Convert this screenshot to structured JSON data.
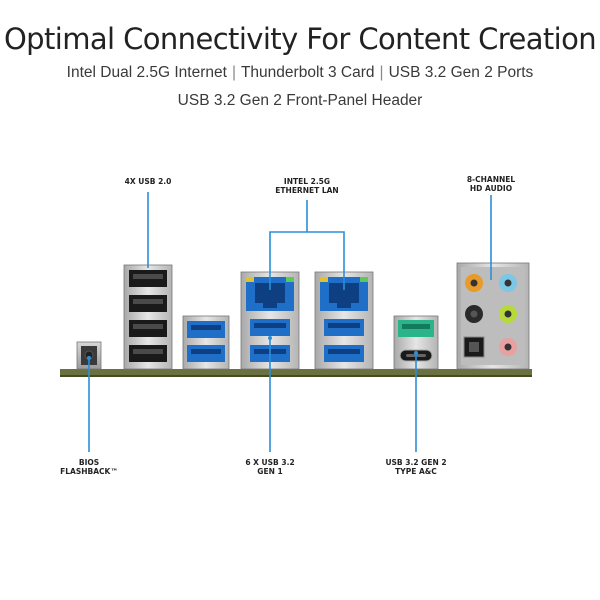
{
  "heading": {
    "title": "Optimal Connectivity For Content Creation",
    "subtitle_line1": {
      "part1": "Intel Dual 2.5G Internet",
      "part2": "Thunderbolt 3 Card",
      "part3": "USB 3.2 Gen 2 Ports",
      "separator": "|"
    },
    "subtitle_line2": "USB 3.2 Gen 2 Front-Panel Header"
  },
  "callouts": {
    "usb2": "4X USB 2.0",
    "lan_line1": "INTEL 2.5G",
    "lan_line2": "ETHERNET LAN",
    "audio_line1": "8-CHANNEL",
    "audio_line2": "HD AUDIO",
    "bios_line1": "BIOS",
    "bios_line2": "FLASHBACK™",
    "usb32g1_line1": "6 X USB 3.2",
    "usb32g1_line2": "GEN 1",
    "usb32g2_line1": "USB 3.2 GEN 2",
    "usb32g2_line2": "TYPE A&C"
  },
  "colors": {
    "accent_line": "#2a8fd8",
    "usb3_blue": "#1f6fc8",
    "usb32g2_teal": "#2bb38a",
    "port_metal": "#c9c9c9",
    "pcb_green": "#6b7040",
    "audio_orange": "#e89a2a",
    "audio_lightblue": "#7cc6e6",
    "audio_lime": "#b7d93a",
    "audio_pink": "#e8a0a0"
  }
}
